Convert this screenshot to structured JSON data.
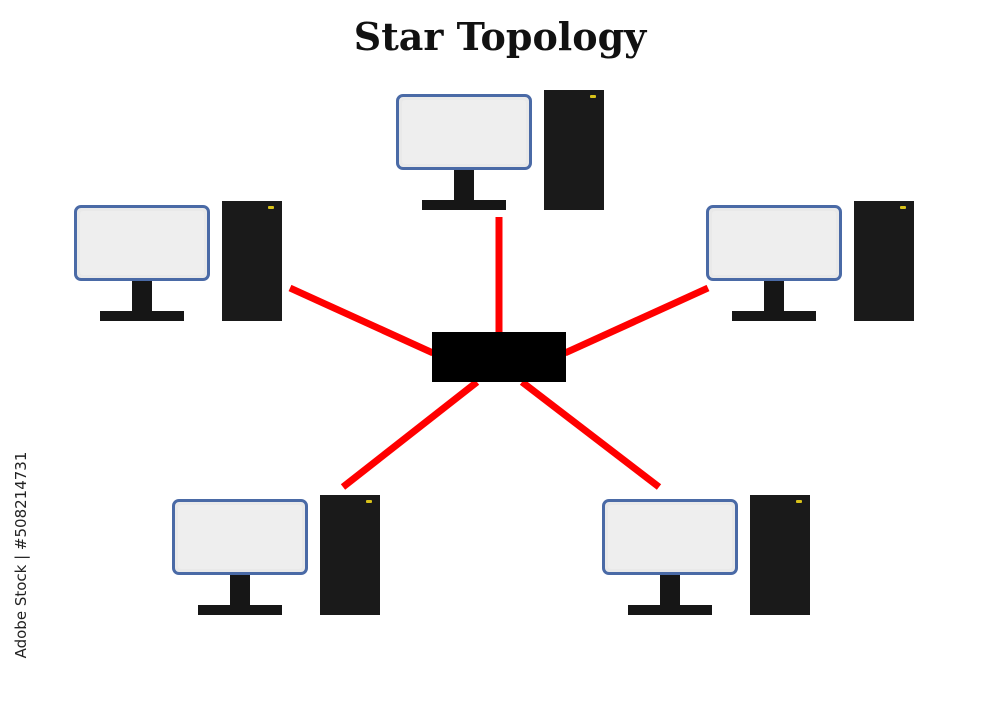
{
  "title": "Star Topology",
  "watermark": "Adobe Stock | #508214731",
  "colors": {
    "link": "#ff0000",
    "hub": "#000000",
    "monitor_border": "#4a6aa6",
    "screen": "#eeeeee",
    "device": "#1a1a1a",
    "led": "#d8c21a"
  },
  "hub": {
    "label": "",
    "icon": "hub-box"
  },
  "nodes": [
    {
      "id": "top",
      "icon": "desktop-computer"
    },
    {
      "id": "left",
      "icon": "desktop-computer"
    },
    {
      "id": "right",
      "icon": "desktop-computer"
    },
    {
      "id": "bottom-left",
      "icon": "desktop-computer"
    },
    {
      "id": "bottom-right",
      "icon": "desktop-computer"
    }
  ],
  "edges": [
    {
      "from": "hub",
      "to": "top"
    },
    {
      "from": "hub",
      "to": "left"
    },
    {
      "from": "hub",
      "to": "right"
    },
    {
      "from": "hub",
      "to": "bottom-left"
    },
    {
      "from": "hub",
      "to": "bottom-right"
    }
  ]
}
